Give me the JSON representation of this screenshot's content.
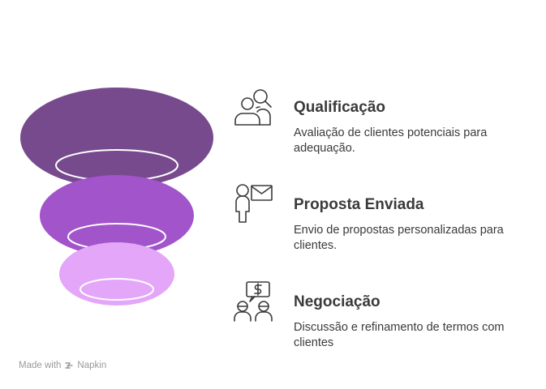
{
  "funnel": {
    "colors": [
      "#774a8e",
      "#a254cb",
      "#e4a6f9"
    ]
  },
  "steps": [
    {
      "title": "Qualificação",
      "description": "Avaliação de clientes potenciais para adequação.",
      "icon": "users-search-icon"
    },
    {
      "title": "Proposta Enviada",
      "description": "Envio de propostas personalizadas para clientes.",
      "icon": "person-envelope-icon"
    },
    {
      "title": "Negociação",
      "description": "Discussão e refinamento de termos com clientes",
      "icon": "negotiation-dollar-icon"
    }
  ],
  "footer": {
    "made_with": "Made with",
    "brand": "Napkin"
  }
}
